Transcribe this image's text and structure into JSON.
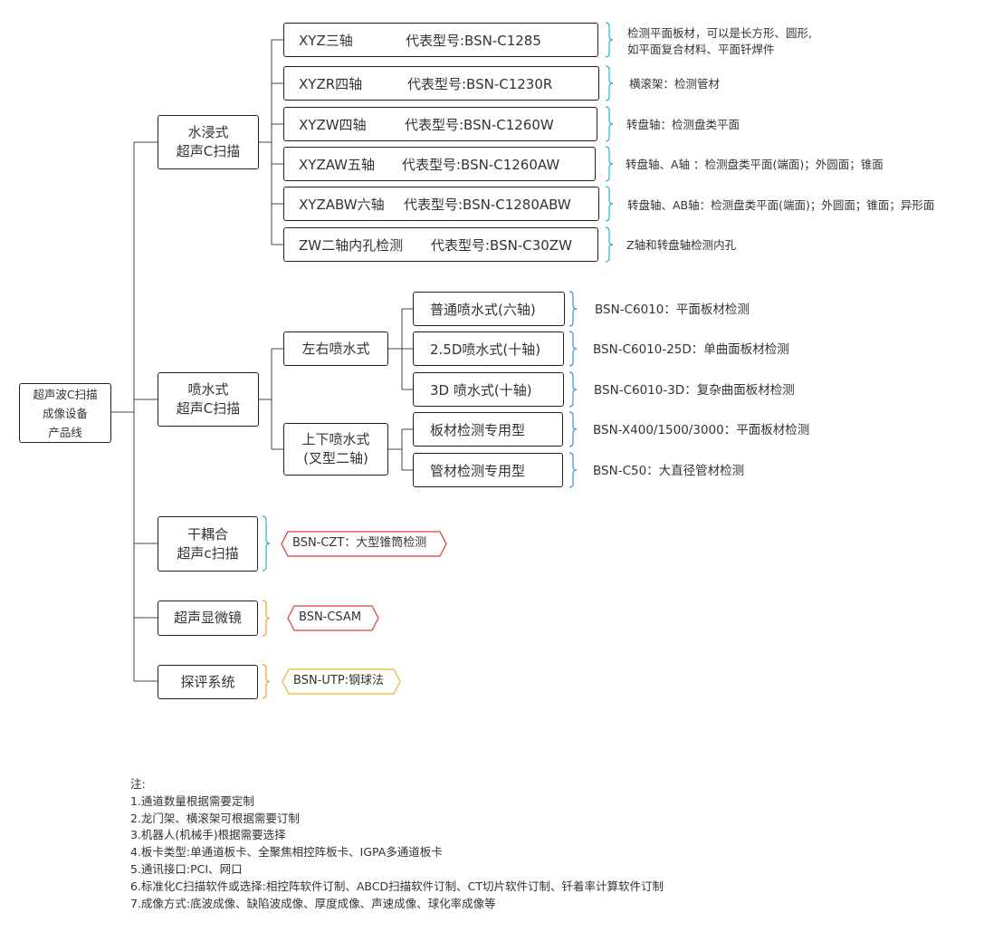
{
  "root": {
    "lines": [
      "超声波C扫描",
      "成像设备",
      "产品线"
    ]
  },
  "categories": {
    "water_immersion": {
      "lines": [
        "水浸式",
        "超声C扫描"
      ]
    },
    "water_spray": {
      "lines": [
        "喷水式",
        "超声C扫描"
      ]
    },
    "dry_coupling": {
      "lines": [
        "干耦合",
        "超声c扫描"
      ]
    },
    "microscope": {
      "label": "超声显微镜"
    },
    "flaw_system": {
      "label": "探评系统"
    }
  },
  "immersion_items": [
    {
      "name": "XYZ三轴",
      "model": "代表型号:BSN-C1285",
      "desc": [
        "检测平面板材，可以是长方形、圆形,",
        "如平面复合材料、平面钎焊件"
      ]
    },
    {
      "name": "XYZR四轴",
      "model": "代表型号:BSN-C1230R",
      "desc": [
        "横滚架：检测管材"
      ]
    },
    {
      "name": "XYZW四轴",
      "model": "代表型号:BSN-C1260W",
      "desc": [
        "转盘轴：检测盘类平面"
      ]
    },
    {
      "name": "XYZAW五轴",
      "model": "代表型号:BSN-C1260AW",
      "desc": [
        "转盘轴、A轴 ：检测盘类平面(端面)；外圆面；锥面"
      ]
    },
    {
      "name": "XYZABW六轴",
      "model": "代表型号:BSN-C1280ABW",
      "desc": [
        "转盘轴、AB轴：检测盘类平面(端面)；外圆面；锥面；异形面"
      ]
    },
    {
      "name": "ZW二轴内孔检测",
      "model": "代表型号:BSN-C30ZW",
      "desc": [
        "Z轴和转盘轴检测内孔"
      ]
    }
  ],
  "spray_groups": [
    {
      "lines": [
        "左右喷水式"
      ],
      "items": [
        {
          "label": "普通喷水式(六轴)",
          "desc": "BSN-C6010：平面板材检测"
        },
        {
          "label": "2.5D喷水式(十轴)",
          "desc": "BSN-C6010-25D：单曲面板材检测"
        },
        {
          "label": "3D   喷水式(十轴)",
          "desc": "BSN-C6010-3D：复杂曲面板材检测"
        }
      ]
    },
    {
      "lines": [
        "上下喷水式",
        "(叉型二轴)"
      ],
      "items": [
        {
          "label": "板材检测专用型",
          "desc": "BSN-X400/1500/3000：平面板材检测"
        },
        {
          "label": "管材检测专用型",
          "desc": "BSN-C50：大直径管材检测"
        }
      ]
    }
  ],
  "tags": {
    "dry_coupling": {
      "text": "BSN-CZT：大型锥筒检测",
      "color": "#d93a3a"
    },
    "microscope": {
      "text": "BSN-CSAM",
      "color": "#d93a3a"
    },
    "flaw_system": {
      "text": "BSN-UTP:钢球法",
      "color": "#f0b429"
    }
  },
  "brace_colors": {
    "teal": "#29b6c9",
    "blue": "#3d8ee0",
    "orange": "#f0a030"
  },
  "notes": {
    "title": "注:",
    "items": [
      "1.通道数量根据需要定制",
      "2.龙门架、横滚架可根据需要订制",
      "3.机器人(机械手)根据需要选择",
      "4.板卡类型:单通道板卡、全聚焦相控阵板卡、IGPA多通道板卡",
      "5.通讯接口:PCI、网口",
      "6.标准化C扫描软件或选择:相控阵软件订制、ABCD扫描软件订制、CT切片软件订制、钎着率计算软件订制",
      "7.成像方式:底波成像、缺陷波成像、厚度成像、声速成像、球化率成像等"
    ]
  }
}
